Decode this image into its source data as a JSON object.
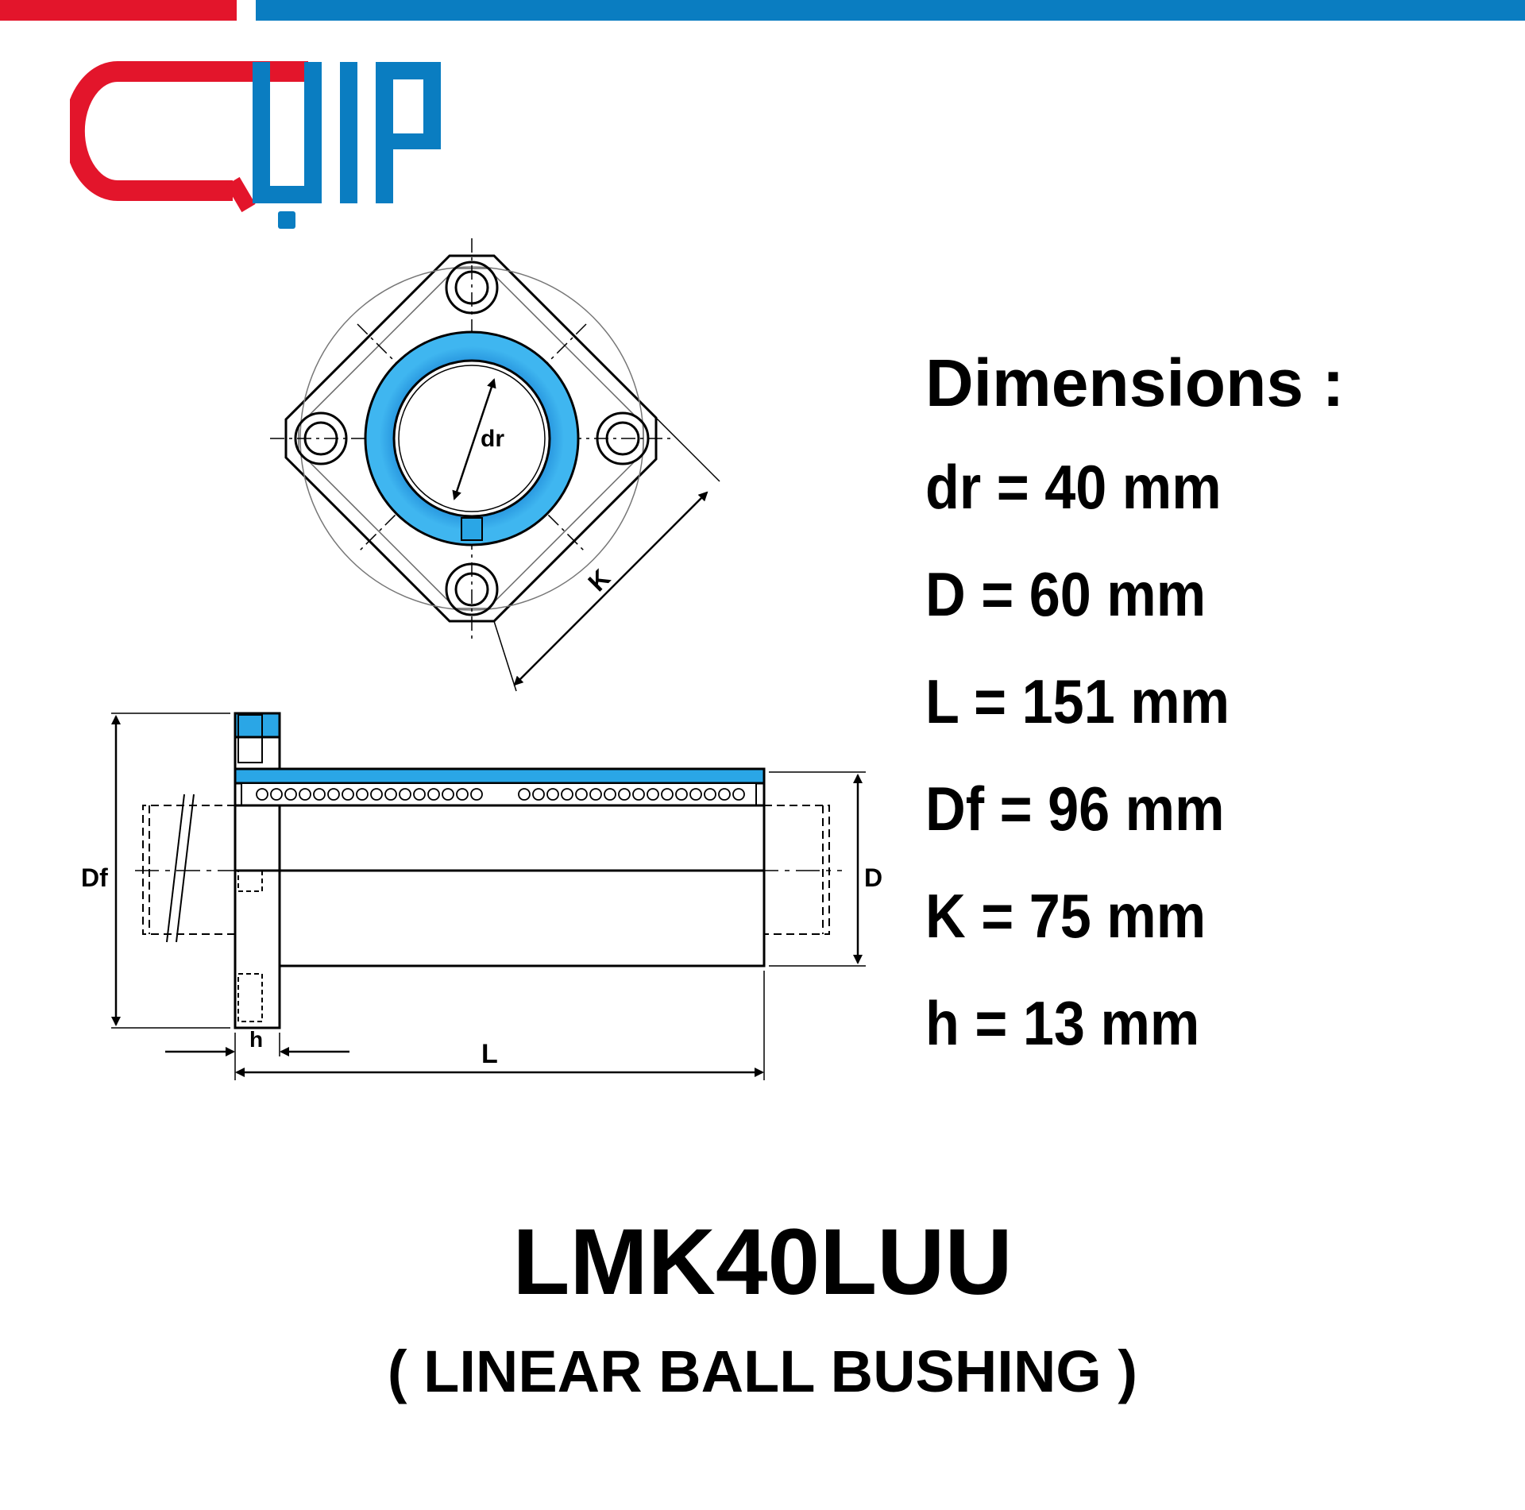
{
  "brand": {
    "logo_text": "QUIP",
    "colors": {
      "red": "#e3152b",
      "blue": "#0a7dc1",
      "ring": "#2aa6e6"
    }
  },
  "drawing_labels": {
    "dr": "dr",
    "k": "K",
    "df": "Df",
    "d": "D",
    "h": "h",
    "l": "L"
  },
  "dimensions": {
    "title": "Dimensions :",
    "rows": [
      {
        "text": "dr = 40 mm"
      },
      {
        "text": "D = 60 mm"
      },
      {
        "text": "L = 151 mm"
      },
      {
        "text": "Df = 96 mm"
      },
      {
        "text": "K = 75 mm"
      },
      {
        "text": "h = 13 mm"
      }
    ]
  },
  "product": {
    "model": "LMK40LUU",
    "description": "( LINEAR BALL BUSHING )"
  }
}
